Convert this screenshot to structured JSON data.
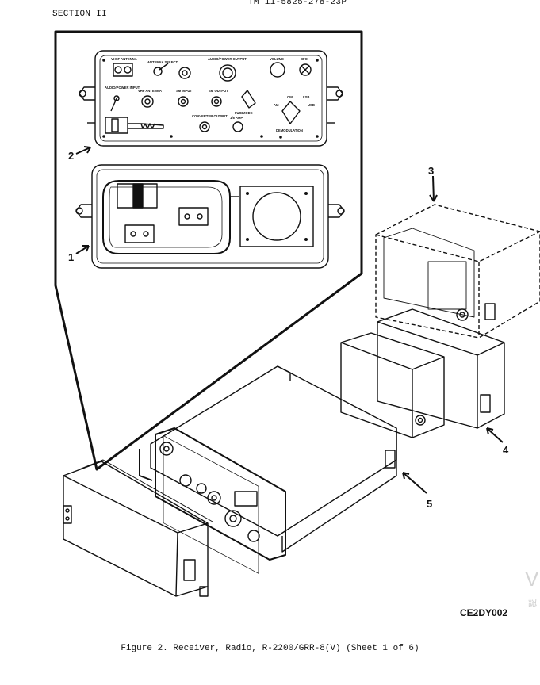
{
  "header": {
    "tm_number": "TM 11-5825-278-23P",
    "section": "SECTION II"
  },
  "callouts": [
    "1",
    "2",
    "3",
    "4",
    "5"
  ],
  "panel_labels": {
    "vhf_antenna_top": "VHSF ANTENNA",
    "antenna_select": "ANTENNA SELECT",
    "audio_power_output": "AUDIO/POWER OUTPUT",
    "volume": "VOLUME",
    "bfo": "BFO",
    "audio_power_input": "AUDIO/POWER INPUT",
    "vhf_antenna": "VHF ANTENNA",
    "sm_input": "SM INPUT",
    "sm_output": "SM OUTPUT",
    "mode": "MODE",
    "cw": "CW",
    "lsb": "LSB",
    "am": "AM",
    "usb": "USB",
    "demodulation": "DEMODULATION",
    "converter_output": "CONVERTER OUTPUT",
    "fuse": "FUSE",
    "fuse_rating": "1/8 AMP"
  },
  "figure_code": "CE2DY002",
  "caption": "Figure 2. Receiver, Radio, R-2200/GRR-8(V) (Sheet 1 of 6)",
  "watermark": [
    "V",
    "認"
  ]
}
